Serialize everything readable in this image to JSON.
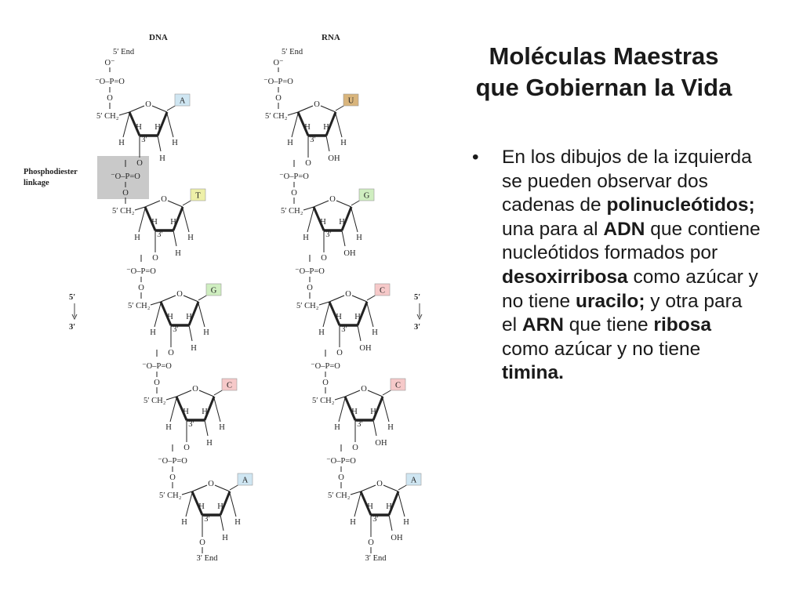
{
  "slide": {
    "title_line1": "Moléculas Maestras",
    "title_line2": "que Gobiernan la Vida",
    "bullet": "•",
    "body": [
      {
        "t": "En los dibujos de la izquierda se pueden observar dos cadenas de ",
        "b": false
      },
      {
        "t": "polinucleótidos;",
        "b": true
      },
      {
        "t": " una para al ",
        "b": false
      },
      {
        "t": "ADN",
        "b": true
      },
      {
        "t": " que contiene nucleótidos formados por ",
        "b": false
      },
      {
        "t": "desoxirribosa",
        "b": true
      },
      {
        "t": " como azúcar y no tiene ",
        "b": false
      },
      {
        "t": "uracilo;",
        "b": true
      },
      {
        "t": " y otra para el ",
        "b": false
      },
      {
        "t": "ARN",
        "b": true
      },
      {
        "t": " que tiene ",
        "b": false
      },
      {
        "t": "ribosa",
        "b": true
      },
      {
        "t": " como azúcar y no tiene ",
        "b": false
      },
      {
        "t": "timina.",
        "b": true
      }
    ]
  },
  "diagram": {
    "dna_header": "DNA",
    "rna_header": "RNA",
    "five_end": "5′ End",
    "three_end": "3′ End",
    "o_minus": "O⁻",
    "phosphate": "⁻O–P=O",
    "o": "O",
    "ch2": "5′ CH₂",
    "h": "H",
    "oh": "OH",
    "three_prime": "3′",
    "five_prime_arrow": "5′",
    "three_prime_arrow": "3′",
    "phosphodiester_1": "Phosphodiester",
    "phosphodiester_2": "linkage",
    "dna_bases": [
      "A",
      "T",
      "G",
      "C",
      "A"
    ],
    "rna_bases": [
      "U",
      "G",
      "C",
      "C",
      "A"
    ],
    "base_colors": {
      "A": "#cfe6f2",
      "T": "#eef0a8",
      "G": "#cfeec0",
      "C": "#f6c9c9",
      "U": "#d9b57c"
    }
  }
}
